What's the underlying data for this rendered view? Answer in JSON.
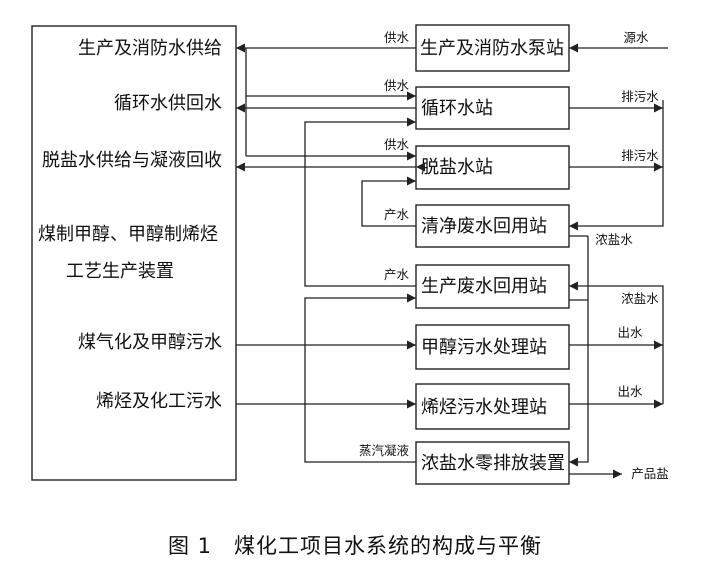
{
  "left_panel": {
    "items": [
      "生产及消防水供给",
      "循环水供回水",
      "脱盐水供给与凝液回收",
      "煤制甲醇、甲醇制烯烃",
      "工艺生产装置",
      "煤气化及甲醇污水",
      "烯烃及化工污水"
    ]
  },
  "stations": [
    "生产及消防水泵站",
    "循环水站",
    "脱盐水站",
    "清净废水回用站",
    "生产废水回用站",
    "甲醇污水处理站",
    "烯烃污水处理站",
    "浓盐水零排放装置"
  ],
  "flow_labels": {
    "supply_1": "供水",
    "supply_2": "供水",
    "supply_3": "供水",
    "produce_1": "产水",
    "produce_2": "产水",
    "steam_condensate": "蒸汽凝液",
    "source_water": "源水",
    "sewage_1": "排污水",
    "sewage_2": "排污水",
    "brine_1": "浓盐水",
    "brine_2": "浓盐水",
    "outflow_1": "出水",
    "outflow_2": "出水",
    "product_salt": "产品盐"
  },
  "caption": "图 1　煤化工项目水系统的构成与平衡"
}
